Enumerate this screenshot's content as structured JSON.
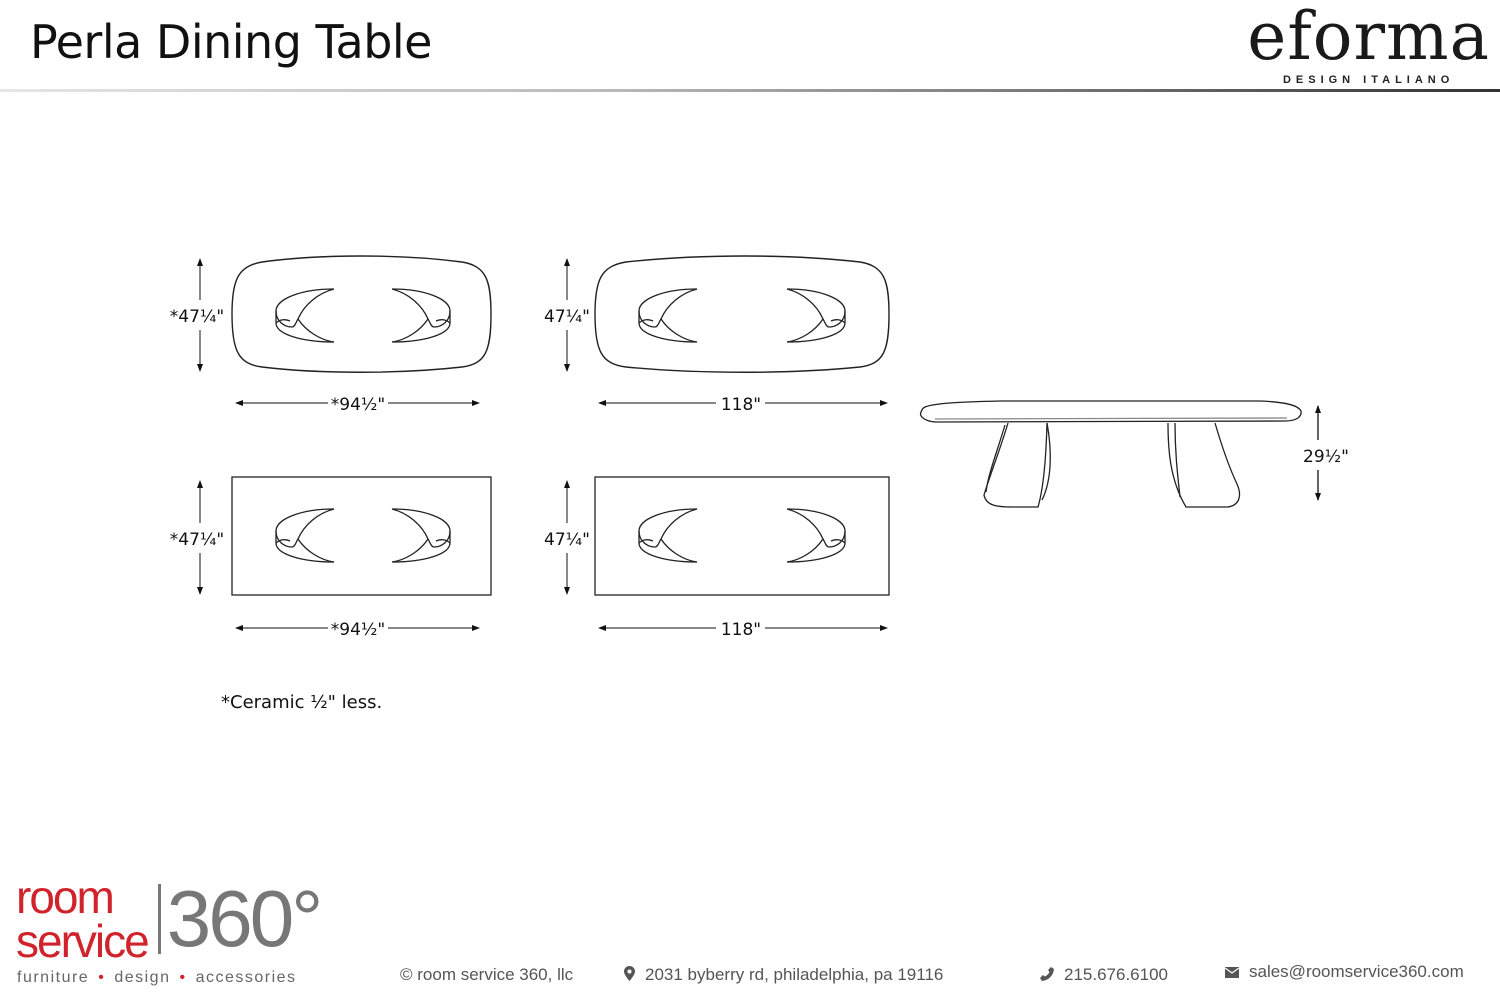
{
  "header": {
    "title": "Perla Dining Table",
    "brand_logo": "eforma",
    "brand_tagline": "DESIGN ITALIANO"
  },
  "drawings": {
    "oval_small": {
      "depth": "*47¼\"",
      "width": "*94½\""
    },
    "oval_large": {
      "depth": "47¼\"",
      "width": "118\""
    },
    "rect_small": {
      "depth": "*47¼\"",
      "width": "*94½\""
    },
    "rect_large": {
      "depth": "47¼\"",
      "width": "118\""
    },
    "side_view": {
      "height": "29½\""
    }
  },
  "note": "*Ceramic ½\" less.",
  "footer": {
    "logo_room": "room",
    "logo_service": "service",
    "logo_360": "360°",
    "tagline": [
      "furniture",
      "design",
      "accessories"
    ],
    "copyright": "© room service 360, llc",
    "address": "2031 byberry rd, philadelphia, pa 19116",
    "phone": "215.676.6100",
    "email": "sales@roomservice360.com"
  },
  "colors": {
    "brand_red": "#d0232b",
    "brand_gray": "#777777"
  }
}
